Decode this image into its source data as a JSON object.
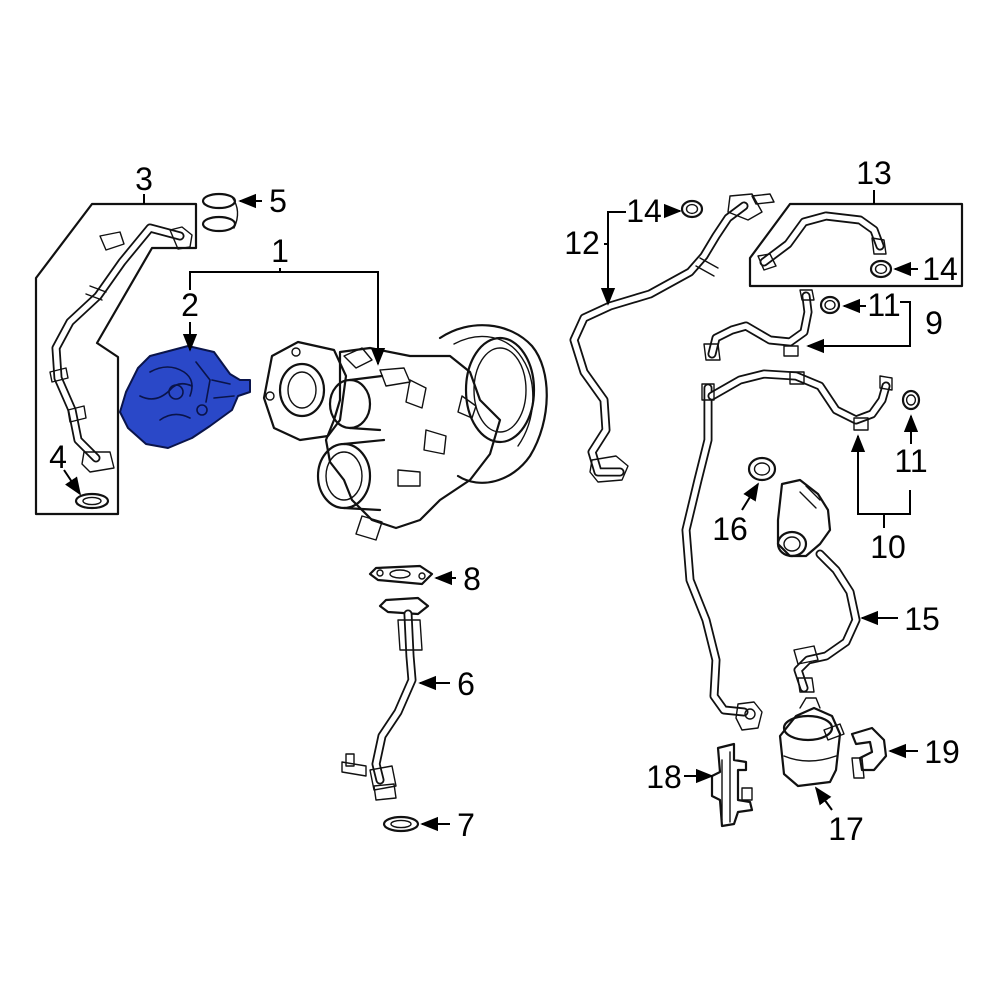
{
  "callouts": [
    {
      "id": "1",
      "label": "1"
    },
    {
      "id": "2",
      "label": "2"
    },
    {
      "id": "3",
      "label": "3"
    },
    {
      "id": "4",
      "label": "4"
    },
    {
      "id": "5",
      "label": "5"
    },
    {
      "id": "6",
      "label": "6"
    },
    {
      "id": "7",
      "label": "7"
    },
    {
      "id": "8",
      "label": "8"
    },
    {
      "id": "9",
      "label": "9"
    },
    {
      "id": "10",
      "label": "10"
    },
    {
      "id": "11a",
      "label": "11"
    },
    {
      "id": "11b",
      "label": "11"
    },
    {
      "id": "12",
      "label": "12"
    },
    {
      "id": "13",
      "label": "13"
    },
    {
      "id": "14a",
      "label": "14"
    },
    {
      "id": "14b",
      "label": "14"
    },
    {
      "id": "15",
      "label": "15"
    },
    {
      "id": "16",
      "label": "16"
    },
    {
      "id": "17",
      "label": "17"
    },
    {
      "id": "18",
      "label": "18"
    },
    {
      "id": "19",
      "label": "19"
    }
  ],
  "highlight": {
    "part": "2",
    "color": "#2a48c8"
  }
}
